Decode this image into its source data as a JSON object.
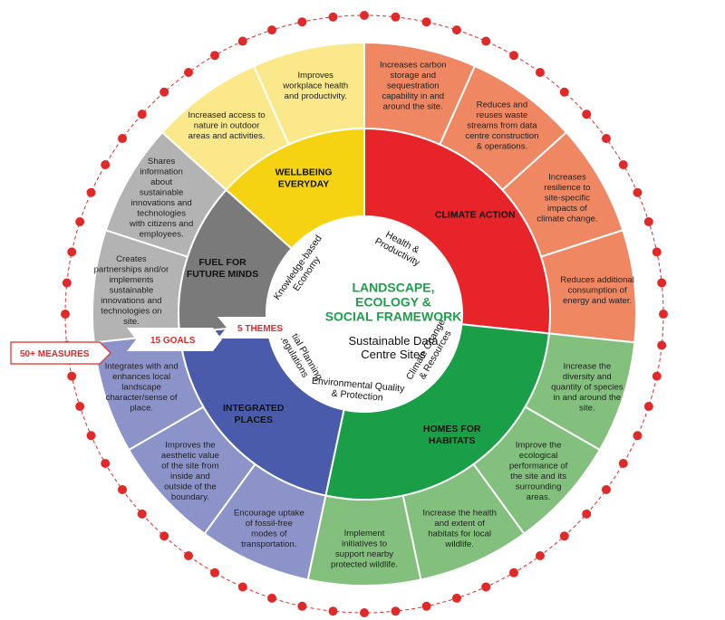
{
  "center": {
    "title_lines": [
      "LANDSCAPE,",
      "ECOLOGY &",
      "SOCIAL FRAMEWORK"
    ],
    "subtitle_lines": [
      "Sustainable Data",
      "Centre Sites"
    ]
  },
  "themes": [
    {
      "lines": [
        "Health &",
        "Productivity"
      ]
    },
    {
      "lines": [
        "Climate Change",
        "& Resources"
      ]
    },
    {
      "lines": [
        "Environmental Quality",
        "& Protection"
      ]
    },
    {
      "lines": [
        "Spatial Planning",
        "Regulations"
      ]
    },
    {
      "lines": [
        "Knowledge-based",
        "Economy"
      ]
    }
  ],
  "goals": [
    {
      "lines": [
        "WELLBEING",
        "EVERYDAY"
      ],
      "color": "#f5d312"
    },
    {
      "lines": [
        "CLIMATE ACTION"
      ],
      "color": "#e8242b"
    },
    {
      "lines": [
        "HOMES FOR",
        "HABITATS"
      ],
      "color": "#1a9e48"
    },
    {
      "lines": [
        "INTEGRATED",
        "PLACES"
      ],
      "color": "#4a5bab"
    },
    {
      "lines": [
        "FUEL FOR",
        "FUTURE MINDS"
      ],
      "color": "#7a7a7a"
    }
  ],
  "measures": [
    {
      "lines": [
        "Improves",
        "workplace health",
        "and productivity."
      ],
      "color": "#fbe88a"
    },
    {
      "lines": [
        "Increases carbon",
        "storage and",
        "sequestration",
        "capability in and",
        "around the site."
      ],
      "color": "#ef8763"
    },
    {
      "lines": [
        "Reduces and",
        "reuses waste",
        "streams from data",
        "centre construction",
        "& operations."
      ],
      "color": "#ef8763"
    },
    {
      "lines": [
        "Increases",
        "resilience to",
        "site-specific",
        "impacts of",
        "climate change."
      ],
      "color": "#ef8763"
    },
    {
      "lines": [
        "Reduces additional",
        "consumption of",
        "energy and water."
      ],
      "color": "#ef8763"
    },
    {
      "lines": [
        "Increase the",
        "diversity and",
        "quantity of species",
        "in and around the",
        "site."
      ],
      "color": "#83c07e"
    },
    {
      "lines": [
        "Improve the",
        "ecological",
        "performance of",
        "the site and its",
        "surrounding",
        "areas."
      ],
      "color": "#83c07e"
    },
    {
      "lines": [
        "Increase the health",
        "and extent of",
        "habitats for local",
        "wildlife."
      ],
      "color": "#83c07e"
    },
    {
      "lines": [
        "Implement",
        "initiatives to",
        "support nearby",
        "protected wildlife."
      ],
      "color": "#83c07e"
    },
    {
      "lines": [
        "Encourage uptake",
        "of fossil-free",
        "modes of",
        "transportation."
      ],
      "color": "#8c93c8"
    },
    {
      "lines": [
        "Improves the",
        "aesthetic value",
        "of the site from",
        "inside and",
        "outside of the",
        "boundary."
      ],
      "color": "#8c93c8"
    },
    {
      "lines": [
        "Integrates with and",
        "enhances local",
        "landscape",
        "character/sense of",
        "place."
      ],
      "color": "#8c93c8"
    },
    {
      "lines": [
        "Creates",
        "partnerships and/or",
        "implements",
        "sustainable",
        "innovations and",
        "technologies on",
        "site."
      ],
      "color": "#b3b3b3"
    },
    {
      "lines": [
        "Shares",
        "information",
        "about",
        "sustainable",
        "innovations and",
        "technologies",
        "with citizens and",
        "employees."
      ],
      "color": "#b3b3b3"
    },
    {
      "lines": [
        "Increased access to",
        "nature in outdoor",
        "areas and activities."
      ],
      "color": "#fbe88a"
    }
  ],
  "labels": {
    "measures_tag": "50+ MEASURES",
    "goals_tag": "15 GOALS",
    "themes_tag": "5 THEMES"
  },
  "colors": {
    "accent": "#e02a2a",
    "white": "#ffffff"
  }
}
